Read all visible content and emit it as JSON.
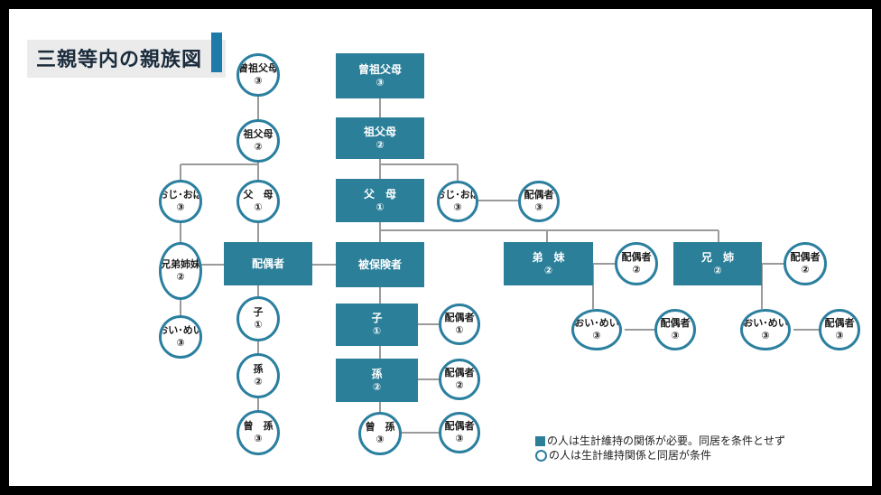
{
  "title": "三親等内の親族図",
  "nodes": {
    "sofubo_m": {
      "label": "曾祖父母",
      "degree": "③"
    },
    "sofubo_w": {
      "label": "曾祖父母",
      "degree": "③"
    },
    "sofu_m": {
      "label": "祖父母",
      "degree": "②"
    },
    "sofu_w": {
      "label": "祖父母",
      "degree": "②"
    },
    "fubo_m": {
      "label": "父　母",
      "degree": "①"
    },
    "fubo_w": {
      "label": "父　母",
      "degree": "①"
    },
    "oji_m": {
      "label": "おじ･おば",
      "degree": "③"
    },
    "oji_w": {
      "label": "おじ･おば",
      "degree": "③"
    },
    "oji_w_spouse": {
      "label": "配偶者",
      "degree": "③"
    },
    "spouse": {
      "label": "配偶者",
      "degree": ""
    },
    "insured": {
      "label": "被保険者",
      "degree": ""
    },
    "kyodai": {
      "label": "兄弟姉妹",
      "degree": "②"
    },
    "oimei_l": {
      "label": "おい･めい",
      "degree": "③"
    },
    "ko_s": {
      "label": "子",
      "degree": "①"
    },
    "mago_s": {
      "label": "孫",
      "degree": "②"
    },
    "himago_s": {
      "label": "曾　孫",
      "degree": "③"
    },
    "ko": {
      "label": "子",
      "degree": "①"
    },
    "ko_spouse": {
      "label": "配偶者",
      "degree": "①"
    },
    "mago": {
      "label": "孫",
      "degree": "②"
    },
    "mago_spouse": {
      "label": "配偶者",
      "degree": "②"
    },
    "himago": {
      "label": "曾　孫",
      "degree": "③"
    },
    "himago_spouse": {
      "label": "配偶者",
      "degree": "③"
    },
    "otomo": {
      "label": "弟　妹",
      "degree": "②"
    },
    "otomo_spouse": {
      "label": "配偶者",
      "degree": "②"
    },
    "oimei_a": {
      "label": "おい･めい",
      "degree": "③"
    },
    "oimei_a_spouse": {
      "label": "配偶者",
      "degree": "③"
    },
    "ani": {
      "label": "兄　姉",
      "degree": "②"
    },
    "ani_spouse": {
      "label": "配偶者",
      "degree": "②"
    },
    "oimei_b": {
      "label": "おい･めい",
      "degree": "③"
    },
    "oimei_b_spouse": {
      "label": "配偶者",
      "degree": "③"
    }
  },
  "legend": {
    "rect_text": "の人は生計維持の関係が必要。同居を条件とせず",
    "circle_text": "の人は生計維持関係と同居が条件"
  },
  "colors": {
    "teal": "#2b7f99",
    "line": "#9a9a9a",
    "title_accent": "#1e7aa8"
  }
}
